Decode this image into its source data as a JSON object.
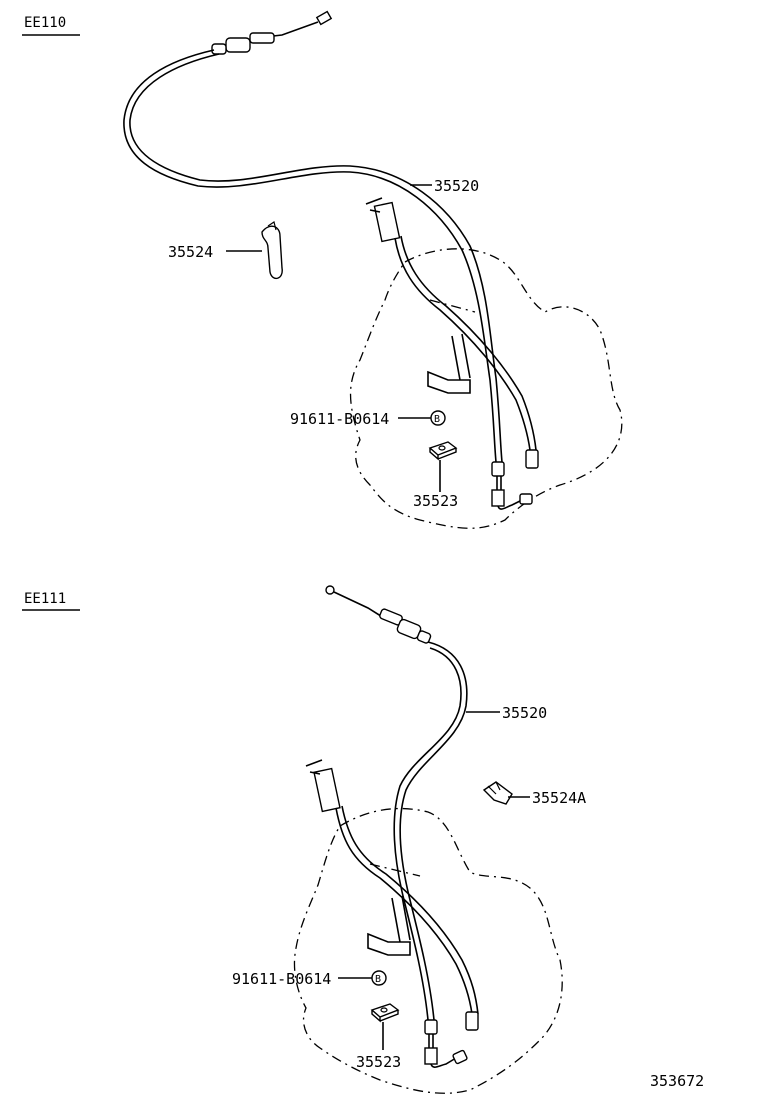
{
  "sections": [
    {
      "title": "EE110",
      "labels": {
        "cable": "35520",
        "clamp": "35524",
        "bolt": "91611-B0614",
        "bolt_symbol": "B",
        "bracket": "35523"
      }
    },
    {
      "title": "EE111",
      "labels": {
        "cable": "35520",
        "clamp": "35524A",
        "bolt": "91611-B0614",
        "bolt_symbol": "B",
        "bracket": "35523"
      }
    }
  ],
  "drawing_number": "353672"
}
